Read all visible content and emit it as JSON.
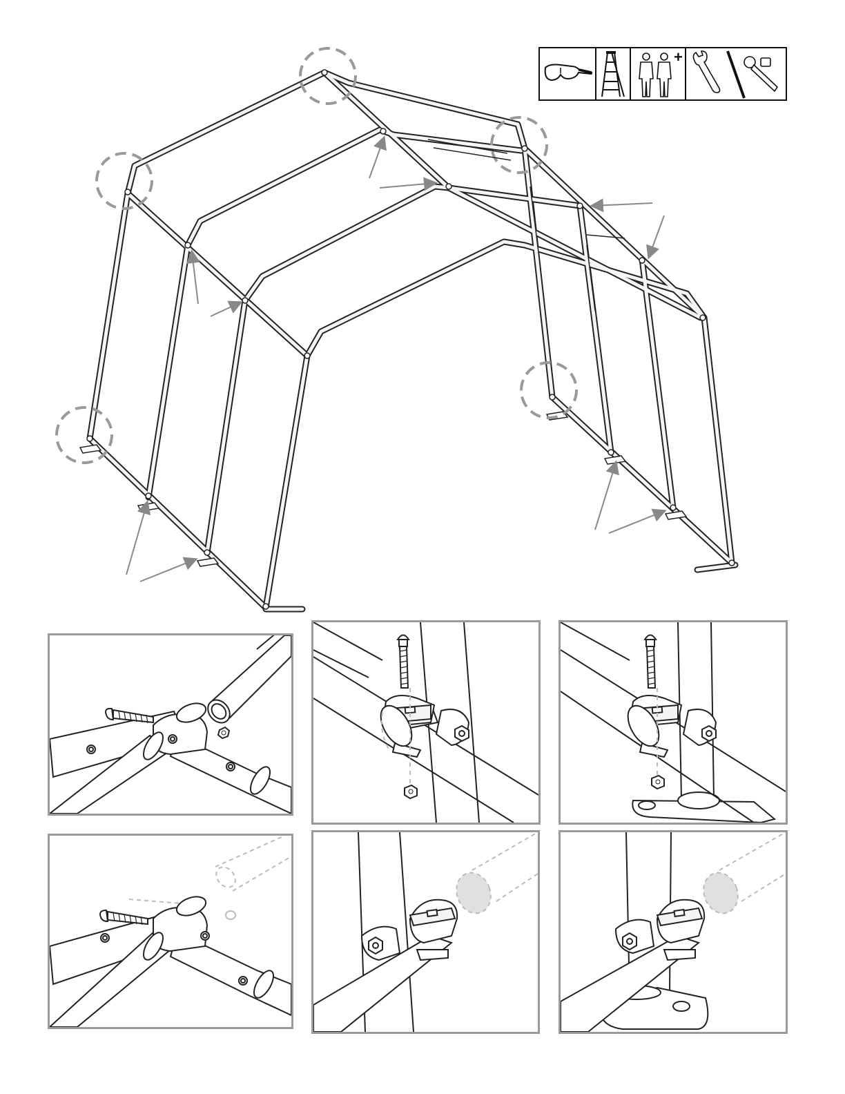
{
  "tools": {
    "items": [
      {
        "icon": "safety-glasses-icon"
      },
      {
        "icon": "step-ladder-icon"
      },
      {
        "icon": "two-persons-icon",
        "extra": "+"
      },
      {
        "icon": "wrench-and-ratchet-icon"
      }
    ]
  },
  "colors": {
    "line": "#222222",
    "frame": "#f4f4f4",
    "callout": "#999999",
    "panel_border": "#9a9a9a",
    "ghost": "#bbbbbb"
  },
  "detail_panels": [
    {
      "name": "detail-peak-connection"
    },
    {
      "name": "detail-rafter-clamp-bolt"
    },
    {
      "name": "detail-base-clamp-bolt"
    },
    {
      "name": "detail-peak-connection-alt"
    },
    {
      "name": "detail-rafter-clamp-purlin"
    },
    {
      "name": "detail-base-clamp-purlin"
    }
  ]
}
